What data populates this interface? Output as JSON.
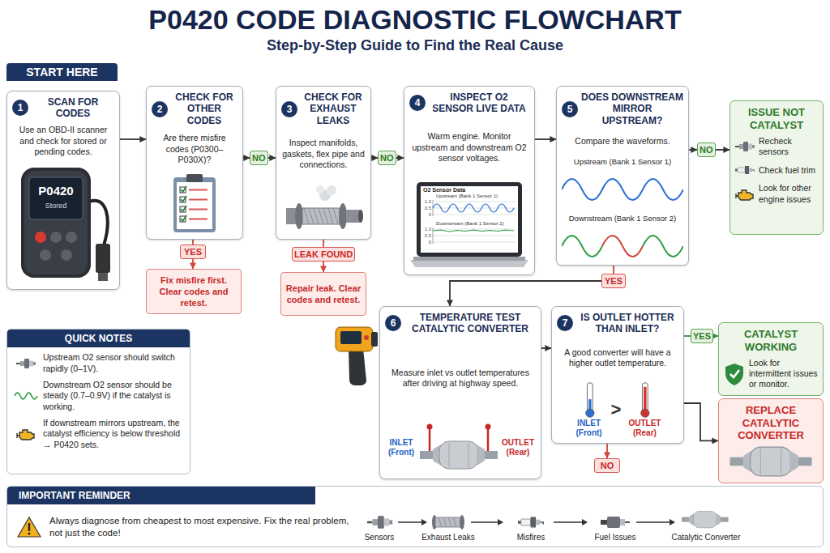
{
  "diagram": {
    "title": "P0420 CODE DIAGNOSTIC FLOWCHART",
    "nodes": [
      {
        "text": [
          "START HERE"
        ]
      },
      {
        "text": [
          "1",
          "SCAN FOR CODES",
          "Use an OBD-II scanner and check for stored or pending codes."
        ]
      },
      {
        "text": [
          "2",
          "CHECK FOR OTHER CODES",
          "Are there misfire codes (P0300–P030X)?"
        ]
      },
      {
        "text": [
          "3",
          "CHECK FOR EXHAUST LEAKS",
          "Inspect manifolds, gaskets, flex pipe and connections."
        ]
      },
      {
        "text": [
          "4",
          "INSPECT O2 SENSOR LIVE DATA",
          "Warm engine. Monitor upstream and downstream O2 sensor voltages."
        ]
      },
      {
        "text": [
          "5",
          "DOES DOWNSTREAM MIRROR UPSTREAM?",
          "Compare the waveforms.",
          "Upstream (Bank 1 Sensor 1)",
          "Downstream (Bank 1 Sensor 2)"
        ]
      },
      {
        "text": [
          "ISSUE NOT CATALYST",
          "Recheck sensors",
          "Check fuel trim",
          "Look for other engine issues"
        ]
      },
      {
        "text": [
          "NO"
        ]
      },
      {
        "text": [
          "NO"
        ]
      },
      {
        "text": [
          "NO"
        ]
      },
      {
        "text": [
          "YES"
        ]
      },
      {
        "text": [
          "Fix misfire first. Clear codes and retest."
        ]
      },
      {
        "text": [
          "LEAK FOUND"
        ]
      },
      {
        "text": [
          "Repair leak. Clear codes and retest."
        ]
      },
      {
        "text": [
          "YES"
        ]
      },
      {
        "text": [
          "QUICK NOTES",
          "Upstream O2 sensor should switch rapidly (0–1V).",
          "Downstream O2 sensor should be steady (0.7–0.9V) if the catalyst is working.",
          "If downstream mirrors upstream, the catalyst efficiency is below threshold → P0420 sets."
        ]
      },
      {
        "text": [
          "6",
          "TEMPERATURE TEST CATALYTIC CONVERTER",
          "Measure inlet vs outlet temperatures after driving at highway speed.",
          "INLET (Front)",
          "OUTLET (Rear)"
        ]
      },
      {
        "text": [
          "7",
          "IS OUTLET HOTTER THAN INLET?",
          "A good converter will have a higher outlet temperature.",
          "INLET (Front)",
          ">",
          "OUTLET (Rear)"
        ]
      },
      {
        "text": [
          "YES"
        ]
      },
      {
        "text": [
          "CATALYST WORKING",
          "Look for intermittent issues or monitor."
        ]
      },
      {
        "text": [
          "REPLACE CATALYTIC CONVERTER"
        ]
      },
      {
        "text": [
          "NO"
        ]
      },
      {
        "text": [
          "IMPORTANT REMINDER",
          "Always diagnose from cheapest to most expensive. Fix the real problem, not just the code!"
        ]
      }
    ],
    "edges": [
      {
        "from": 1,
        "to": 2,
        "arrow": "to"
      },
      {
        "from": 2,
        "to": 7,
        "arrow": "to"
      },
      {
        "from": 7,
        "to": 3,
        "arrow": "to"
      },
      {
        "from": 3,
        "to": 8,
        "arrow": "to"
      },
      {
        "from": 8,
        "to": 4,
        "arrow": "to"
      },
      {
        "from": 4,
        "to": 5,
        "arrow": "to"
      },
      {
        "from": 5,
        "to": 9,
        "arrow": "to"
      },
      {
        "from": 9,
        "to": 6,
        "arrow": "to"
      },
      {
        "from": 2,
        "to": 10,
        "arrow": "none"
      },
      {
        "from": 10,
        "to": 11,
        "arrow": "to"
      },
      {
        "from": 3,
        "to": 12,
        "arrow": "none"
      },
      {
        "from": 12,
        "to": 13,
        "arrow": "to"
      },
      {
        "from": 5,
        "to": 14,
        "arrow": "none"
      },
      {
        "from": 14,
        "to": 16,
        "arrow": "to"
      },
      {
        "from": 16,
        "to": 17,
        "arrow": "to"
      },
      {
        "from": 17,
        "to": 18,
        "arrow": "none"
      },
      {
        "from": 18,
        "to": 19,
        "arrow": "to"
      },
      {
        "from": 17,
        "to": 20,
        "arrow": "to"
      },
      {
        "from": 17,
        "to": 21,
        "arrow": "to"
      }
    ],
    "labels": [
      "Step-by-Step Guide to Find the Real Cause",
      "P0420",
      "Stored",
      "O2 Sensor Data",
      "Upstream (Bank 1 Sensor 1)",
      "1.0",
      "0.5",
      "0",
      "Downstream (Bank 1 Sensor 2)",
      "1.0",
      "0.5",
      "0",
      "Sensors",
      "Exhaust Leaks",
      "Misfires",
      "Fuel Issues",
      "Catalytic Converter"
    ]
  }
}
